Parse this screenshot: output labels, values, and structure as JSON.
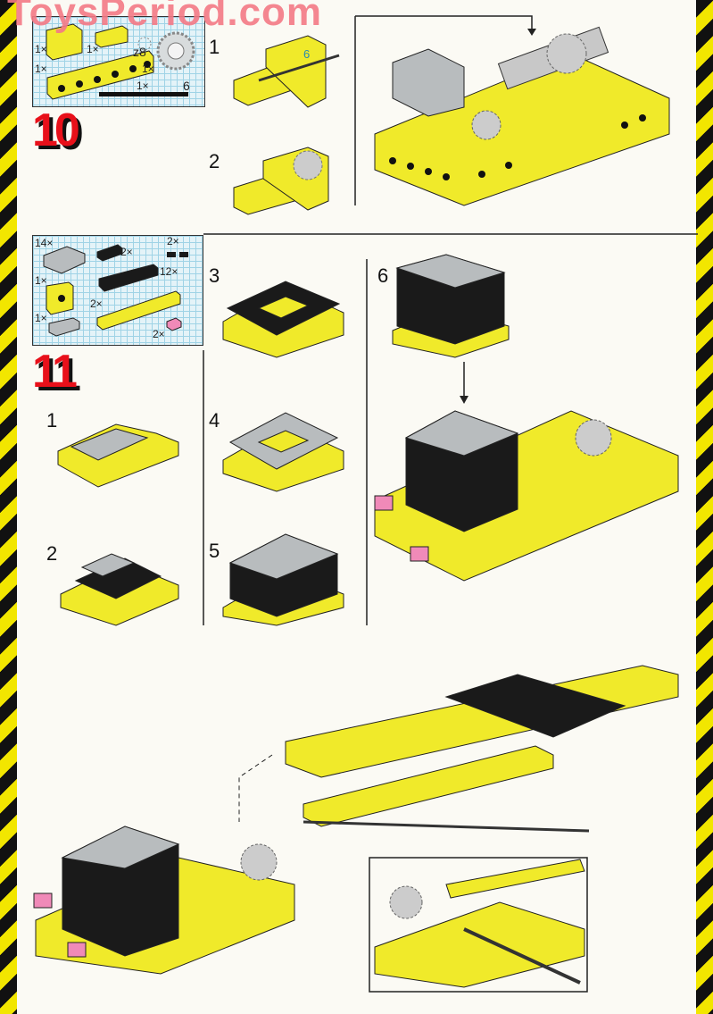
{
  "watermark": "ToysPeriod.com",
  "colors": {
    "yellow": "#f0ea2a",
    "black": "#1a1a1a",
    "gray": "#b8bcbe",
    "pink": "#f08ab8",
    "red": "#e8101a",
    "hazard_yellow": "#f2e600"
  },
  "step10": {
    "number": "10",
    "parts": [
      {
        "qty": "1×",
        "item": "technic-brick-1x2"
      },
      {
        "qty": "1×",
        "item": "plate-1x2-yellow"
      },
      {
        "qty": "1×",
        "item": "technic-brick-1x6"
      },
      {
        "qty": "1×",
        "item": "gear-8-tooth",
        "label": "z8"
      },
      {
        "qty": "1×",
        "item": "gear-24-tooth"
      },
      {
        "qty": "1×",
        "item": "axle",
        "label": "6"
      }
    ],
    "substeps": [
      "1",
      "2"
    ],
    "axle_callout": "6"
  },
  "step11": {
    "number": "11",
    "parts": [
      {
        "qty": "14×",
        "item": "plate-2x2-gray"
      },
      {
        "qty": "2×",
        "item": "plate-1x2-black"
      },
      {
        "qty": "2×",
        "item": "connector-peg"
      },
      {
        "qty": "12×",
        "item": "plate-1x4-black"
      },
      {
        "qty": "1×",
        "item": "technic-brick-1x2-yellow"
      },
      {
        "qty": "2×",
        "item": "plate-1x6-yellow"
      },
      {
        "qty": "1×",
        "item": "plate-1x2-gray"
      },
      {
        "qty": "2×",
        "item": "plate-1x1-pink"
      }
    ],
    "substeps": [
      "1",
      "2",
      "3",
      "4",
      "5",
      "6"
    ]
  }
}
